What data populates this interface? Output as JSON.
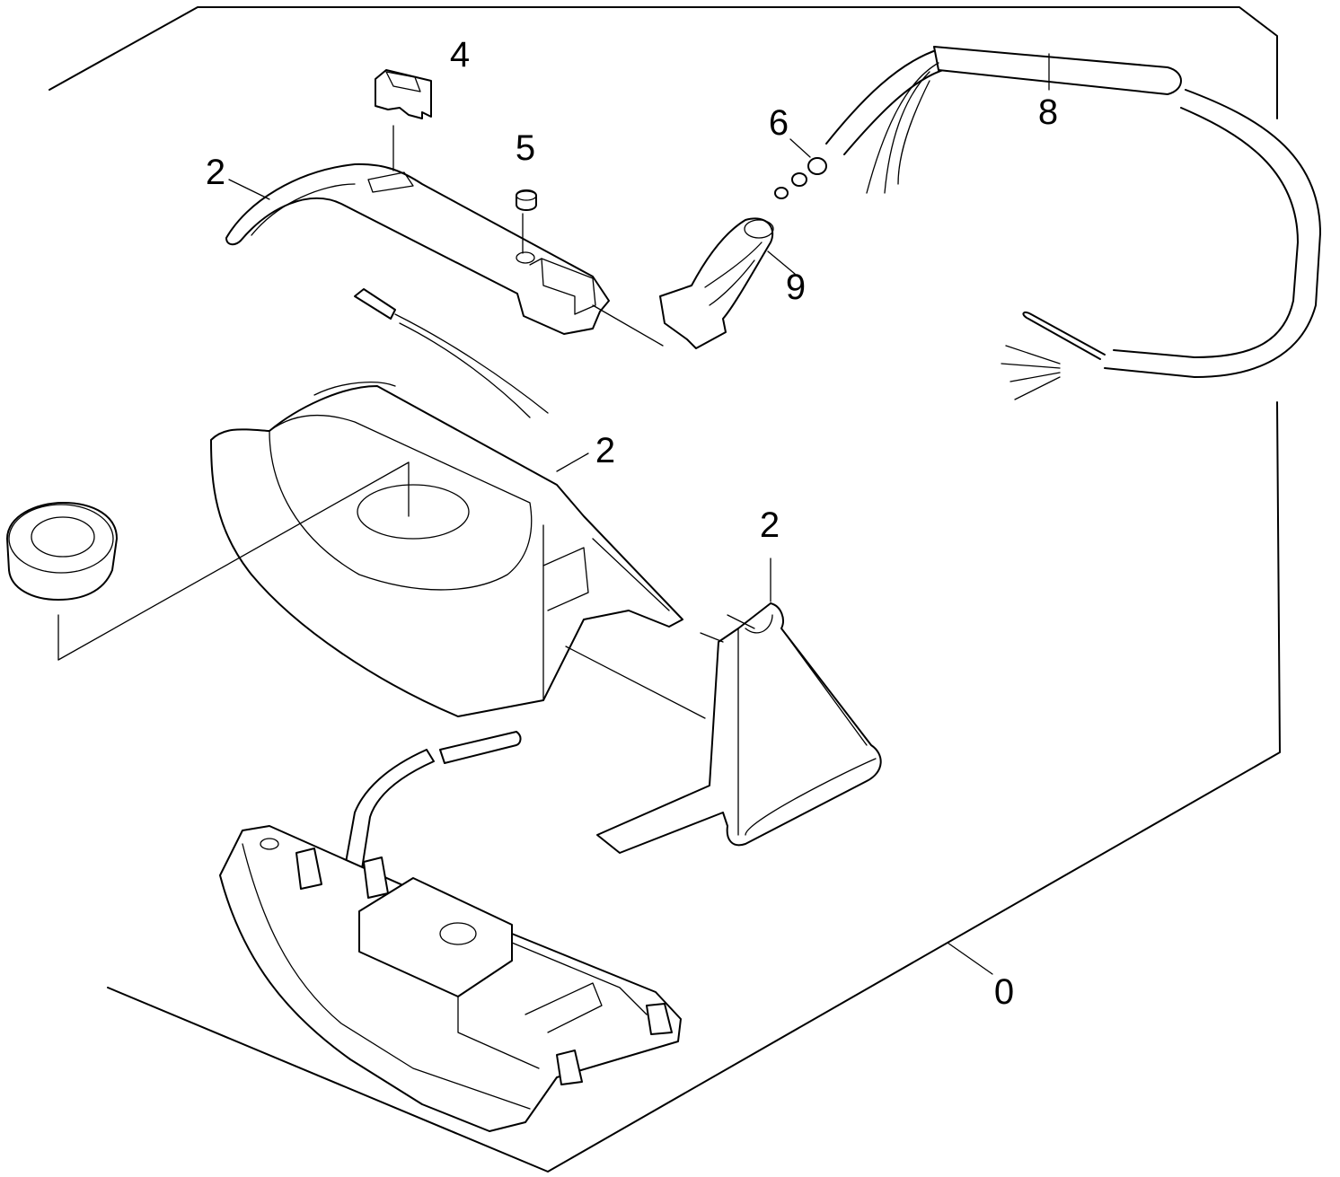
{
  "diagram": {
    "callouts": [
      {
        "id": "callout-0",
        "text": "0"
      },
      {
        "id": "callout-2a",
        "text": "2"
      },
      {
        "id": "callout-2b",
        "text": "2"
      },
      {
        "id": "callout-2c",
        "text": "2"
      },
      {
        "id": "callout-4",
        "text": "4"
      },
      {
        "id": "callout-5",
        "text": "5"
      },
      {
        "id": "callout-6",
        "text": "6"
      },
      {
        "id": "callout-8",
        "text": "8"
      },
      {
        "id": "callout-9",
        "text": "9"
      }
    ],
    "colors": {
      "line": "#000000",
      "background": "#ffffff"
    }
  }
}
